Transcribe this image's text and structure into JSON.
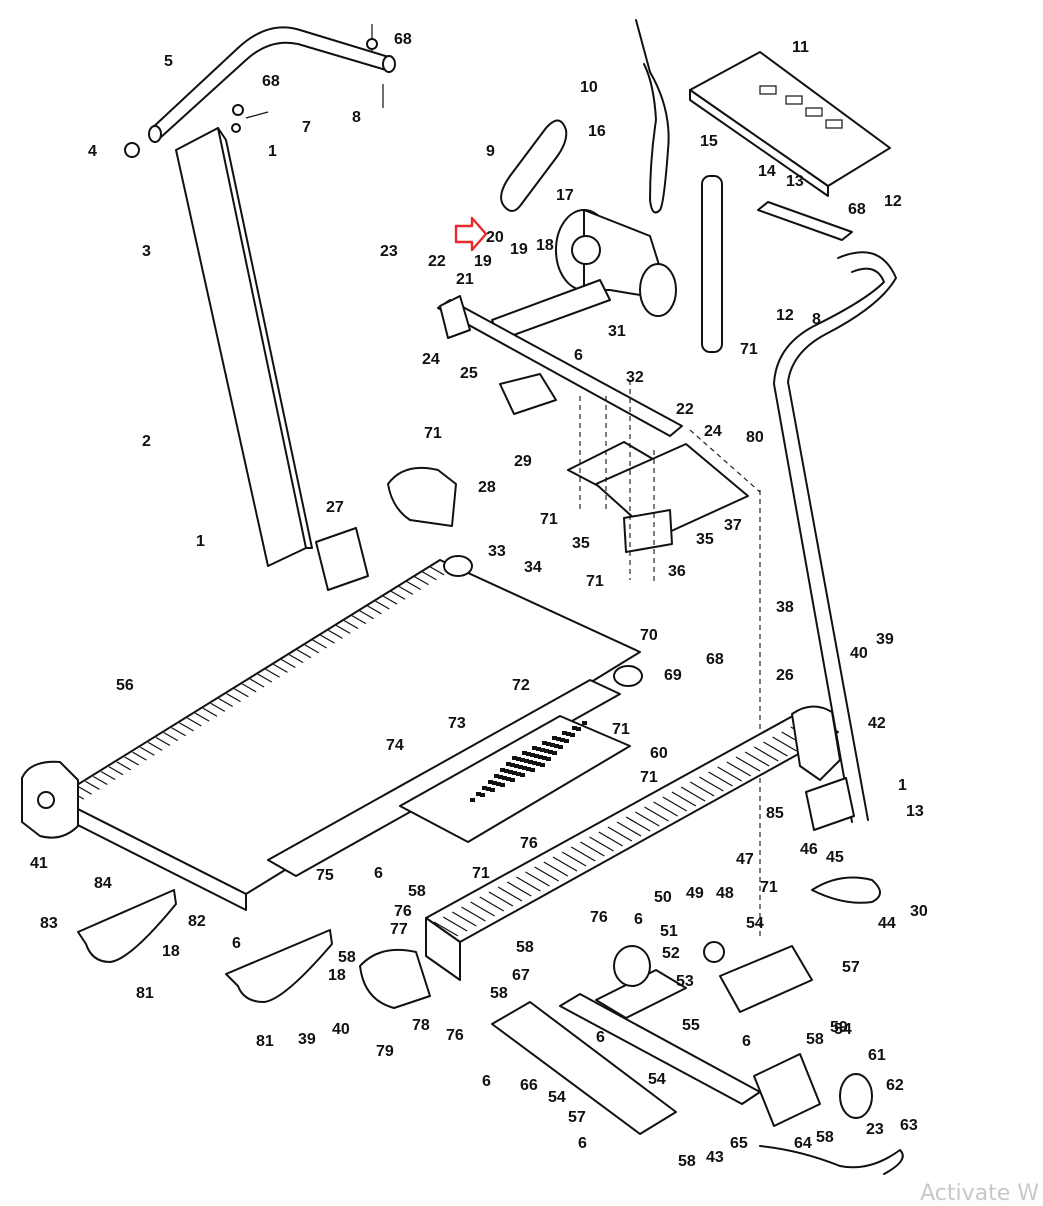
{
  "callouts": [
    "1",
    "2",
    "3",
    "4",
    "5",
    "6",
    "7",
    "8",
    "9",
    "10",
    "11",
    "12",
    "13",
    "14",
    "15",
    "16",
    "17",
    "18",
    "19",
    "20",
    "21",
    "22",
    "23",
    "24",
    "25",
    "26",
    "27",
    "28",
    "29",
    "30",
    "31",
    "32",
    "33",
    "34",
    "35",
    "36",
    "37",
    "38",
    "39",
    "40",
    "41",
    "42",
    "43",
    "44",
    "45",
    "46",
    "47",
    "48",
    "49",
    "50",
    "51",
    "52",
    "53",
    "54",
    "55",
    "56",
    "57",
    "58",
    "59",
    "60",
    "61",
    "62",
    "63",
    "64",
    "65",
    "66",
    "67",
    "68",
    "69",
    "70",
    "71",
    "72",
    "73",
    "74",
    "75",
    "76",
    "77",
    "78",
    "79",
    "80",
    "81",
    "82",
    "83",
    "84",
    "85"
  ],
  "highlight": {
    "target": "20",
    "color": "#e8292b"
  },
  "watermark": "Activate W"
}
